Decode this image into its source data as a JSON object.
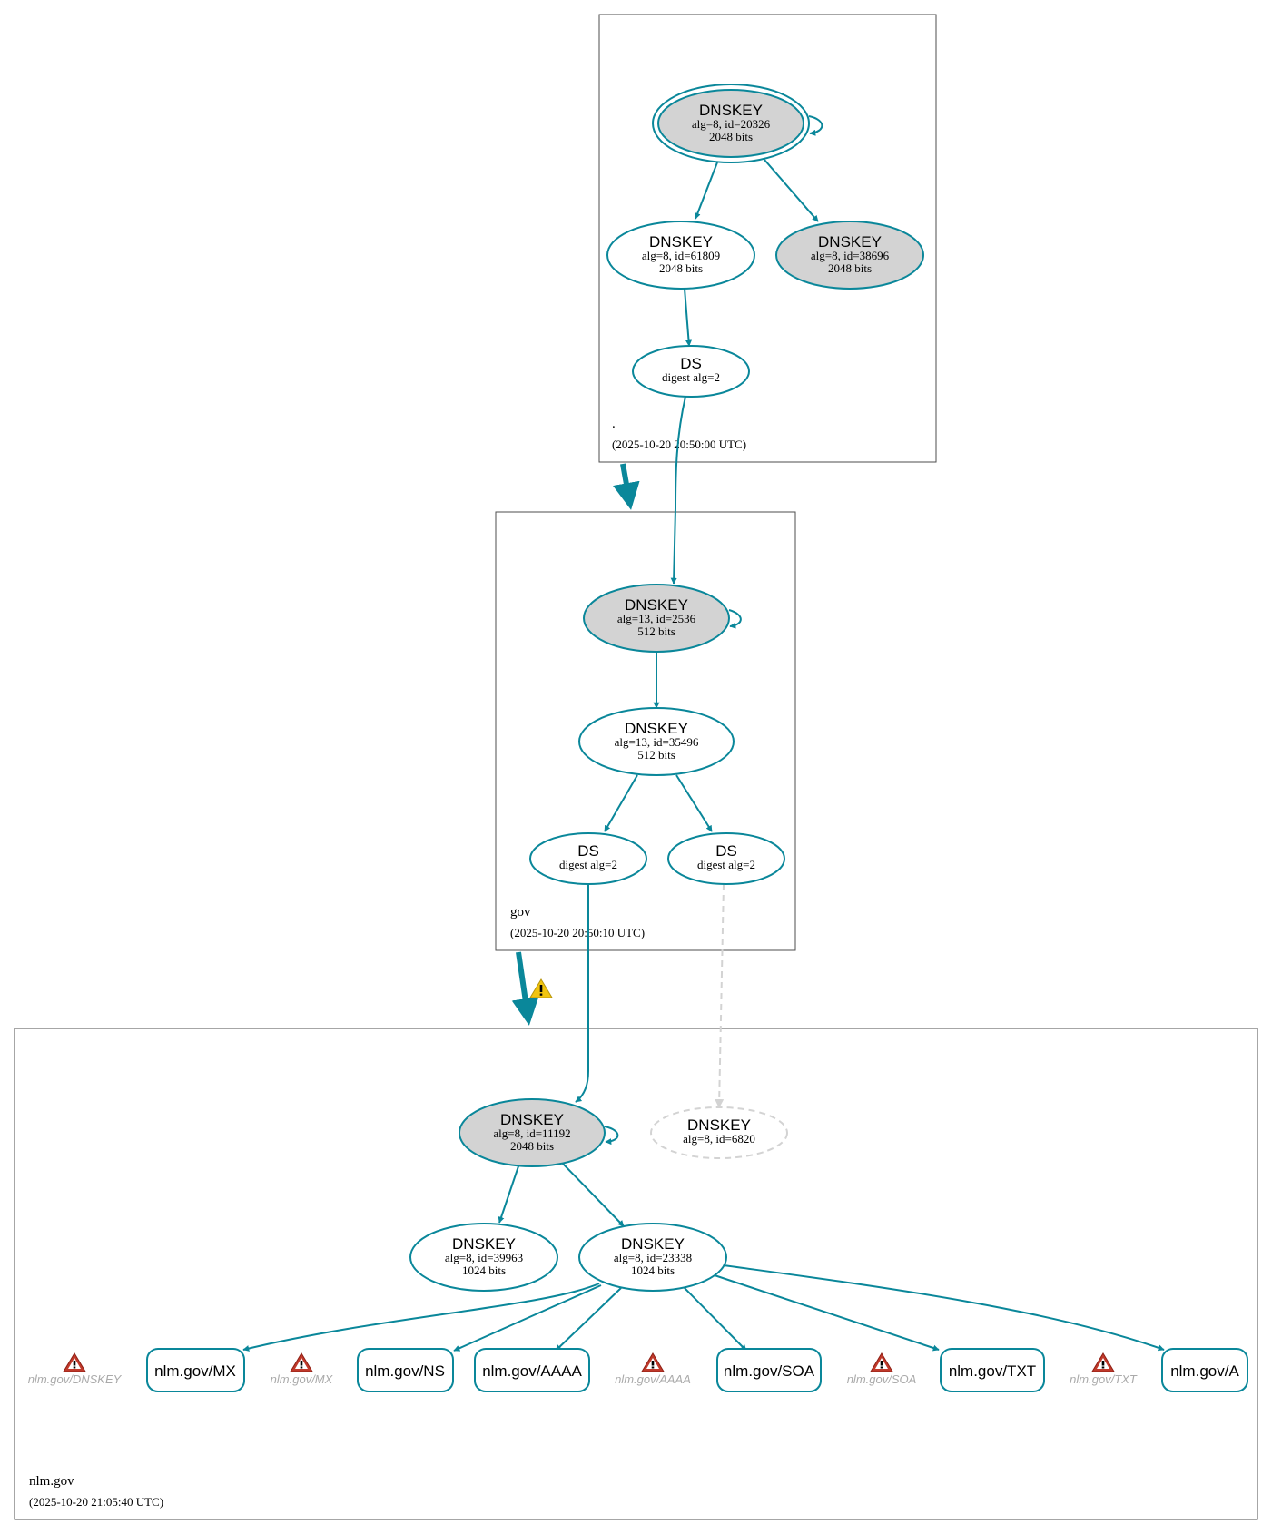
{
  "zones": {
    "root": {
      "name": ".",
      "timestamp": "(2025-10-20 20:50:00 UTC)"
    },
    "gov": {
      "name": "gov",
      "timestamp": "(2025-10-20 20:50:10 UTC)"
    },
    "nlm": {
      "name": "nlm.gov",
      "timestamp": "(2025-10-20 21:05:40 UTC)"
    }
  },
  "nodes": {
    "root_ksk": {
      "type": "DNSKEY",
      "line1": "alg=8, id=20326",
      "line2": "2048 bits"
    },
    "root_zsk1": {
      "type": "DNSKEY",
      "line1": "alg=8, id=61809",
      "line2": "2048 bits"
    },
    "root_zsk2": {
      "type": "DNSKEY",
      "line1": "alg=8, id=38696",
      "line2": "2048 bits"
    },
    "root_ds": {
      "type": "DS",
      "line1": "digest alg=2"
    },
    "gov_ksk": {
      "type": "DNSKEY",
      "line1": "alg=13, id=2536",
      "line2": "512 bits"
    },
    "gov_zsk": {
      "type": "DNSKEY",
      "line1": "alg=13, id=35496",
      "line2": "512 bits"
    },
    "gov_ds1": {
      "type": "DS",
      "line1": "digest alg=2"
    },
    "gov_ds2": {
      "type": "DS",
      "line1": "digest alg=2"
    },
    "nlm_ksk": {
      "type": "DNSKEY",
      "line1": "alg=8, id=11192",
      "line2": "2048 bits"
    },
    "nlm_missing": {
      "type": "DNSKEY",
      "line1": "alg=8, id=6820"
    },
    "nlm_zsk1": {
      "type": "DNSKEY",
      "line1": "alg=8, id=39963",
      "line2": "1024 bits"
    },
    "nlm_zsk2": {
      "type": "DNSKEY",
      "line1": "alg=8, id=23338",
      "line2": "1024 bits"
    }
  },
  "rrsets": {
    "mx": "nlm.gov/MX",
    "ns": "nlm.gov/NS",
    "aaaa": "nlm.gov/AAAA",
    "soa": "nlm.gov/SOA",
    "txt": "nlm.gov/TXT",
    "a": "nlm.gov/A"
  },
  "warnings": {
    "dnskey": "nlm.gov/DNSKEY",
    "mx": "nlm.gov/MX",
    "aaaa": "nlm.gov/AAAA",
    "soa": "nlm.gov/SOA",
    "txt": "nlm.gov/TXT"
  },
  "colors": {
    "edge": "#0a879a",
    "secure_fill": "#d3d3d3",
    "missing": "#d3d3d3",
    "error_icon": "#c0392b",
    "warning_icon": "#f1c40f"
  }
}
